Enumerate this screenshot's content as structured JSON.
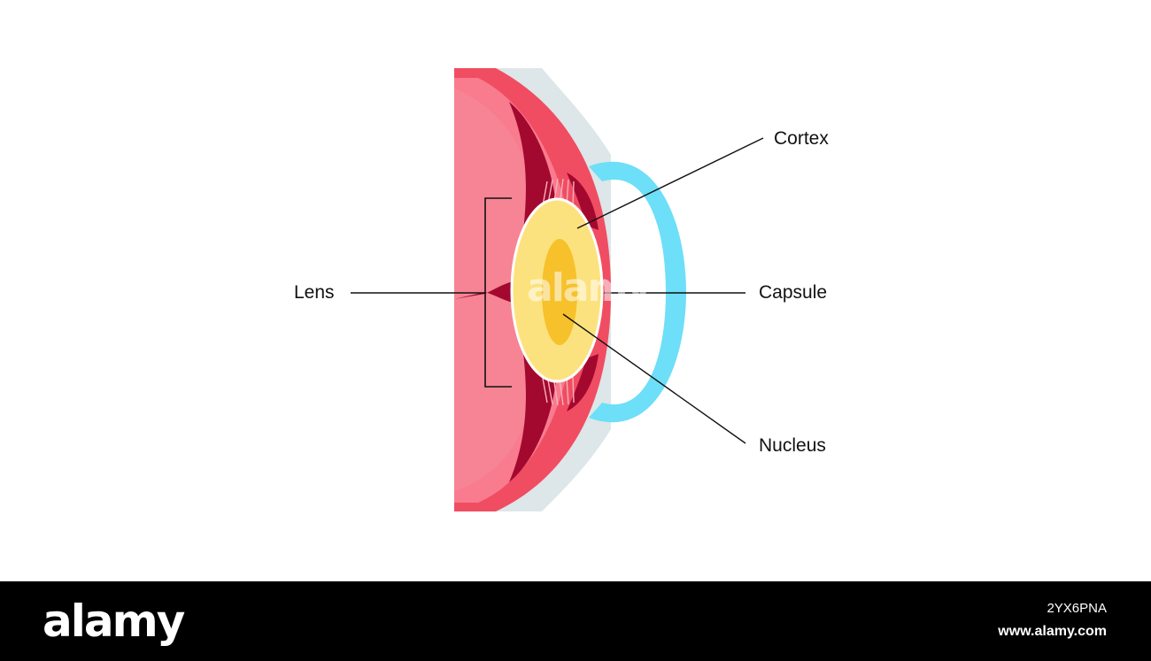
{
  "diagram": {
    "labels": {
      "lens": "Lens",
      "cortex": "Cortex",
      "capsule": "Capsule",
      "nucleus": "Nucleus"
    },
    "colors": {
      "vitreous": "#f97c8e",
      "vitreous_inner": "#f27c91",
      "retina_wall": "#f04d62",
      "ciliary_dark": "#a3092f",
      "sclera": "#dde6e8",
      "cornea": "#6ddff8",
      "lens_cortex": "#fce27e",
      "lens_nucleus": "#f6c12a",
      "leader_line": "#111111"
    }
  },
  "watermark": "alamy",
  "footer": {
    "logo": "alamy",
    "image_id": "2YX6PNA",
    "url": "www.alamy.com"
  }
}
